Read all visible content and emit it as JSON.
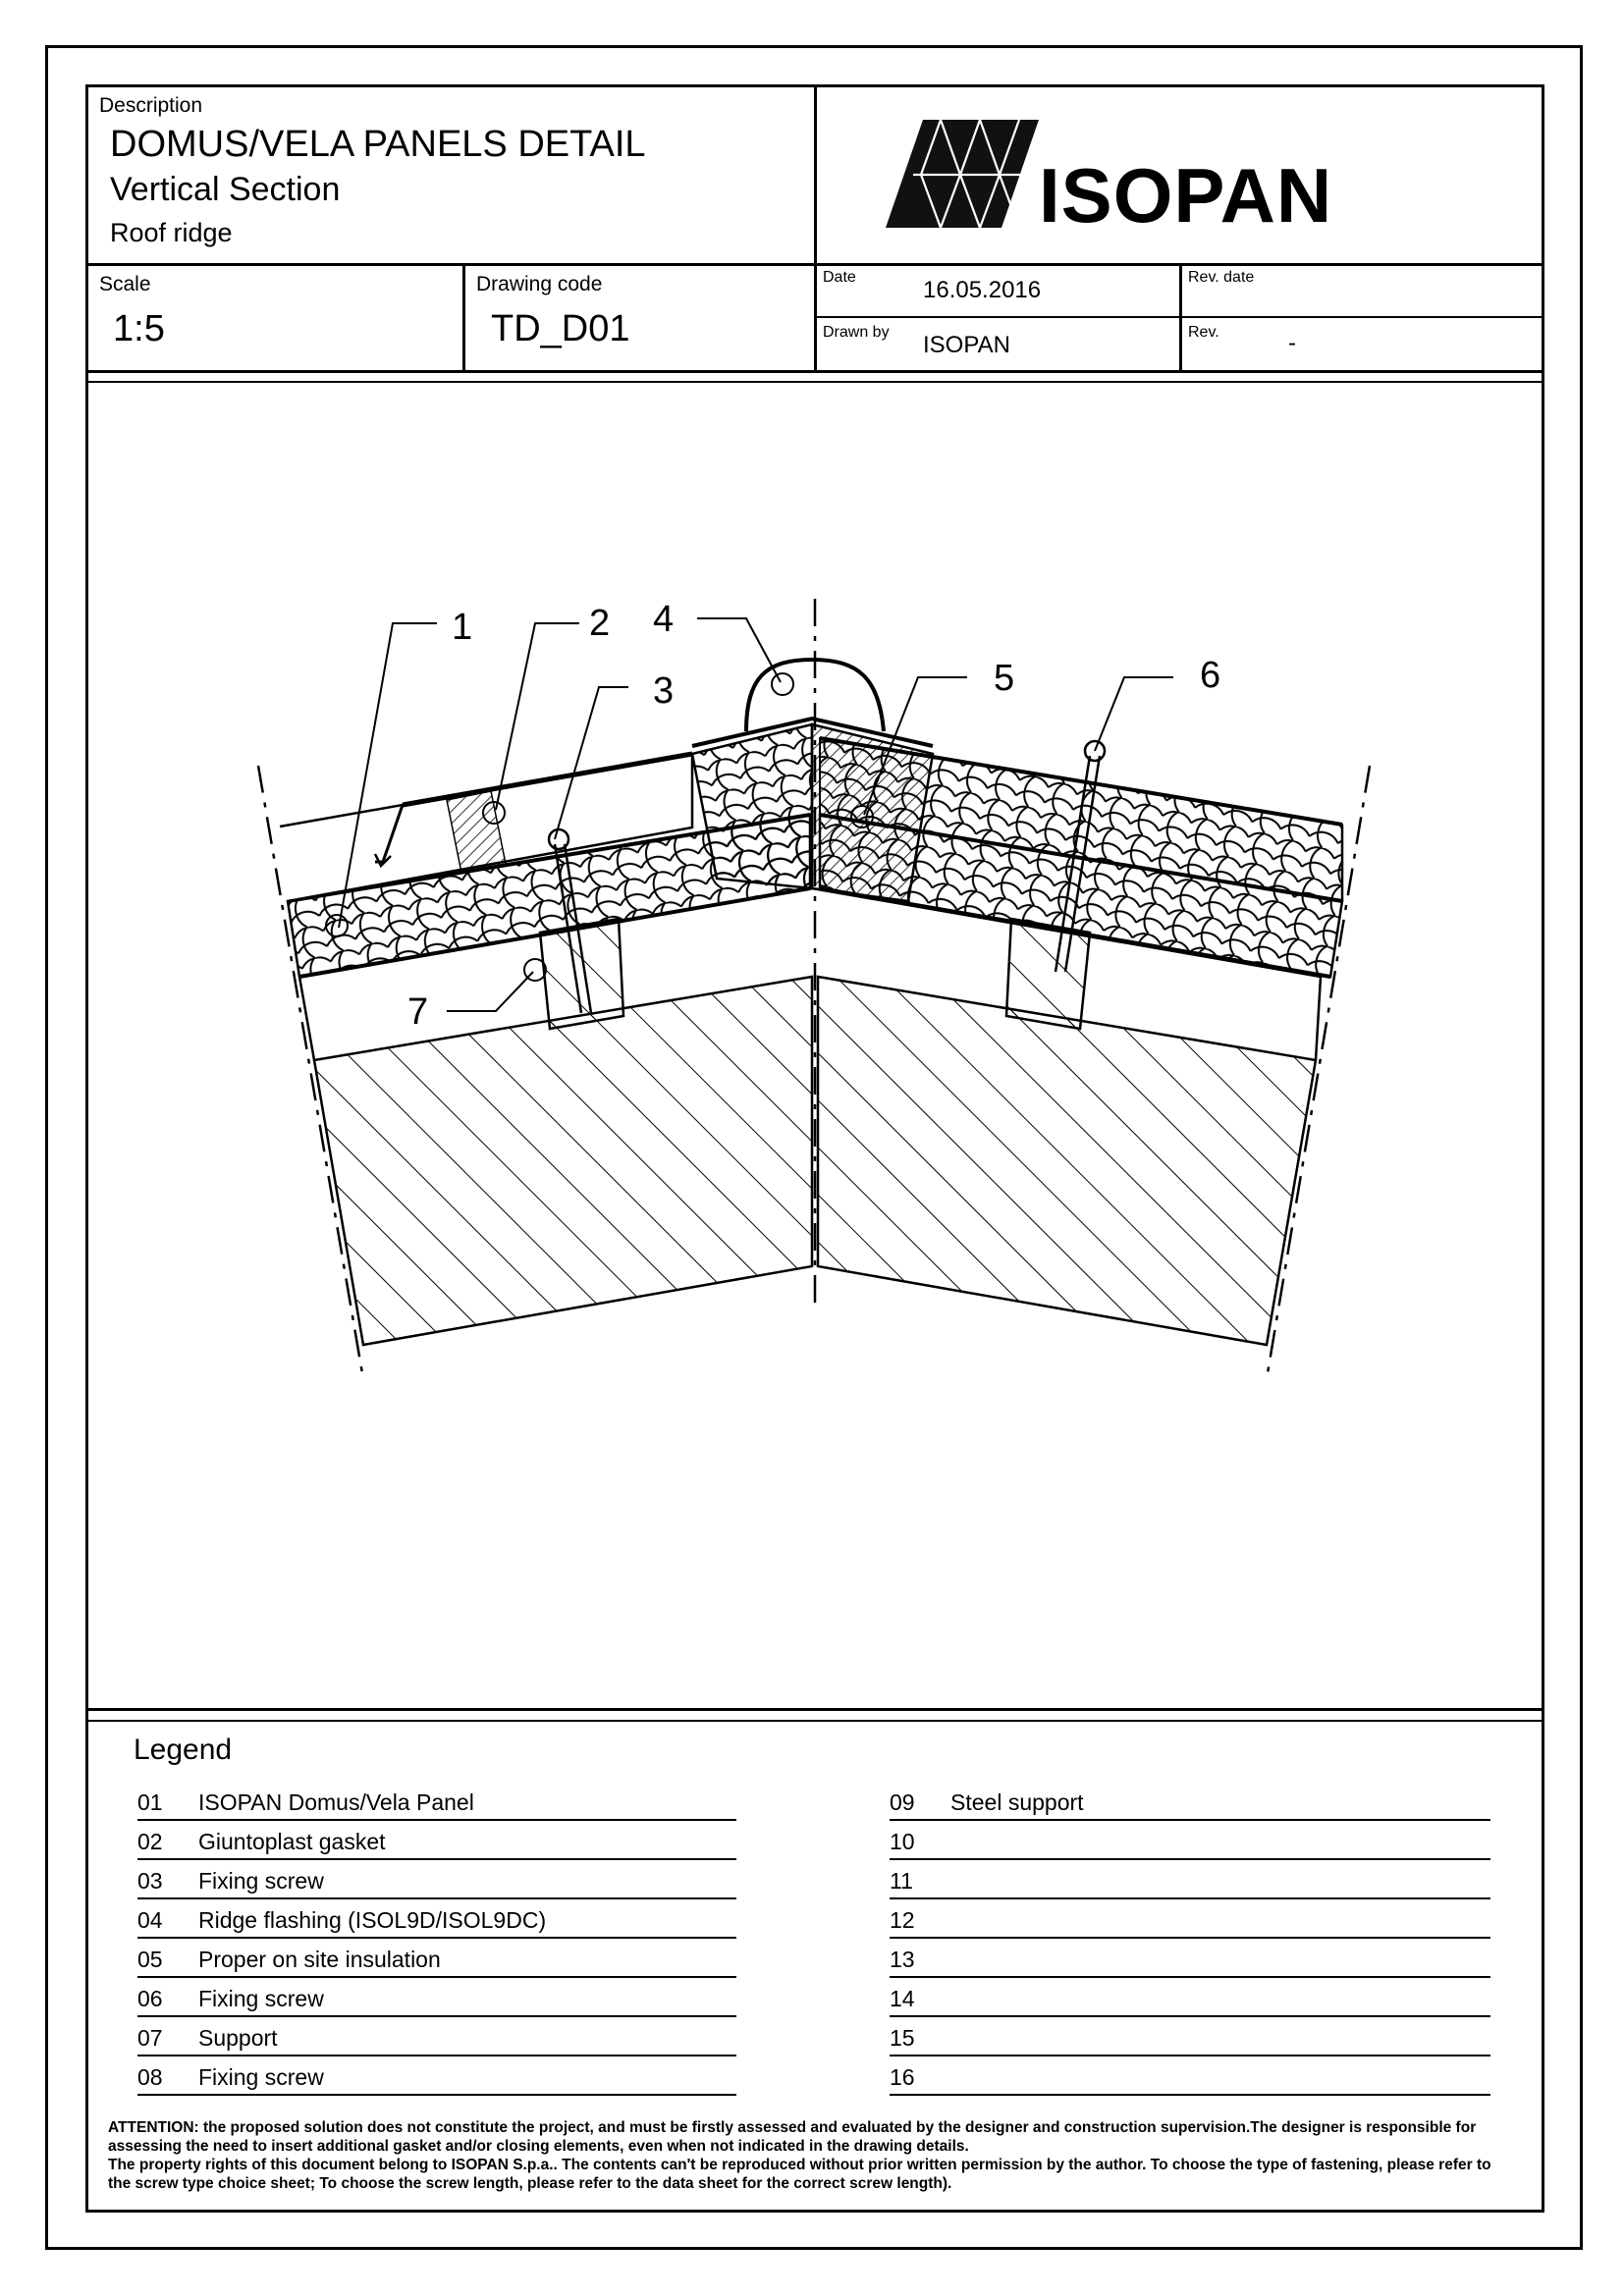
{
  "header": {
    "description_label": "Description",
    "title": "DOMUS/VELA PANELS DETAIL",
    "subtitle": "Vertical Section",
    "detail": "Roof ridge",
    "scale_label": "Scale",
    "scale_value": "1:5",
    "code_label": "Drawing code",
    "code_value": "TD_D01",
    "date_label": "Date",
    "date_value": "16.05.2016",
    "drawn_by_label": "Drawn by",
    "drawn_by_value": "ISOPAN",
    "rev_date_label": "Rev. date",
    "rev_label": "Rev.",
    "rev_value": "-",
    "logo_text": "ISOPAN"
  },
  "drawing": {
    "callouts": [
      "1",
      "2",
      "3",
      "4",
      "5",
      "6",
      "7"
    ]
  },
  "legend": {
    "title": "Legend",
    "left": [
      {
        "num": "01",
        "text": "ISOPAN Domus/Vela Panel"
      },
      {
        "num": "02",
        "text": "Giuntoplast gasket"
      },
      {
        "num": "03",
        "text": "Fixing screw"
      },
      {
        "num": "04",
        "text": "Ridge flashing (ISOL9D/ISOL9DC)"
      },
      {
        "num": "05",
        "text": "Proper on site insulation"
      },
      {
        "num": "06",
        "text": "Fixing screw"
      },
      {
        "num": "07",
        "text": "Support"
      },
      {
        "num": "08",
        "text": "Fixing screw"
      }
    ],
    "right": [
      {
        "num": "09",
        "text": "Steel support"
      },
      {
        "num": "10",
        "text": ""
      },
      {
        "num": "11",
        "text": ""
      },
      {
        "num": "12",
        "text": ""
      },
      {
        "num": "13",
        "text": ""
      },
      {
        "num": "14",
        "text": ""
      },
      {
        "num": "15",
        "text": ""
      },
      {
        "num": "16",
        "text": ""
      }
    ]
  },
  "notes": {
    "line1": "ATTENTION: the proposed solution does not constitute the project, and must be firstly assessed and evaluated by the designer and construction supervision.The designer is responsible for",
    "line2": "assessing the need to insert additional gasket and/or closing elements, even when not indicated in the drawing details.",
    "line3": "The property rights of this document belong to ISOPAN S.p.a.. The contents can't be reproduced without prior written permission by the author. To choose the type of fastening, please refer to",
    "line4": "the screw type choice sheet; To choose the screw length, please refer to the data sheet for the correct screw length)."
  }
}
